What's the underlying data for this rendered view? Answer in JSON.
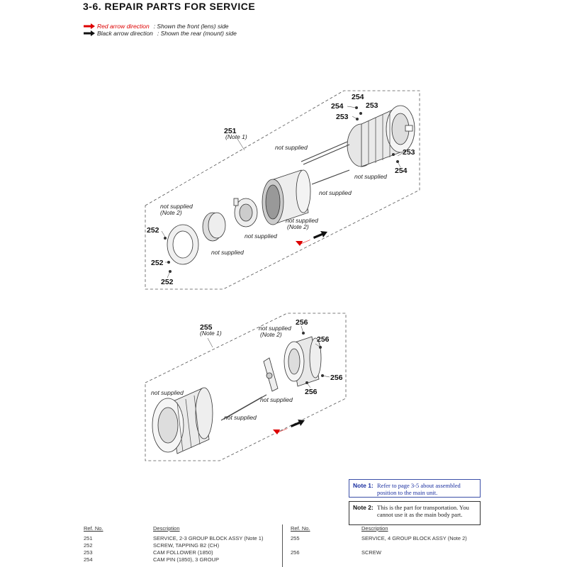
{
  "title": "3-6. REPAIR  PARTS  FOR  SERVICE",
  "legend": {
    "red_label": "Red arrow direction",
    "red_desc": ": Shown the front (lens) side",
    "black_label": "Black arrow direction",
    "black_desc": ": Shown the rear (mount) side",
    "red_color": "#dd0000",
    "black_color": "#111111"
  },
  "diagram_labels": {
    "not_supplied": "not supplied",
    "note1": "(Note 1)",
    "note2": "(Note 2)",
    "n251": "251",
    "n252": "252",
    "n253": "253",
    "n254": "254",
    "n255": "255",
    "n256": "256"
  },
  "notes": [
    {
      "key": "Note 1:",
      "text": "Refer to page 3-5 about assembled position to the main unit."
    },
    {
      "key": "Note 2:",
      "text": "This is the part for transportation. You cannot use it as the main body part."
    }
  ],
  "parts_table": {
    "headers": {
      "ref": "Ref. No.",
      "desc": "Description"
    },
    "left": [
      {
        "ref": "251",
        "desc": "SERVICE, 2-3 GROUP BLOCK ASSY (Note 1)"
      },
      {
        "ref": "252",
        "desc": "SCREW, TAPPING B2 (CH)"
      },
      {
        "ref": "253",
        "desc": "CAM FOLLOWER (1850)"
      },
      {
        "ref": "254",
        "desc": "CAM PIN (1850), 3 GROUP"
      }
    ],
    "right": [
      {
        "ref": "255",
        "desc": "SERVICE, 4 GROUP BLOCK ASSY (Note 2)"
      },
      {
        "ref": "256",
        "desc": "SCREW"
      }
    ]
  }
}
